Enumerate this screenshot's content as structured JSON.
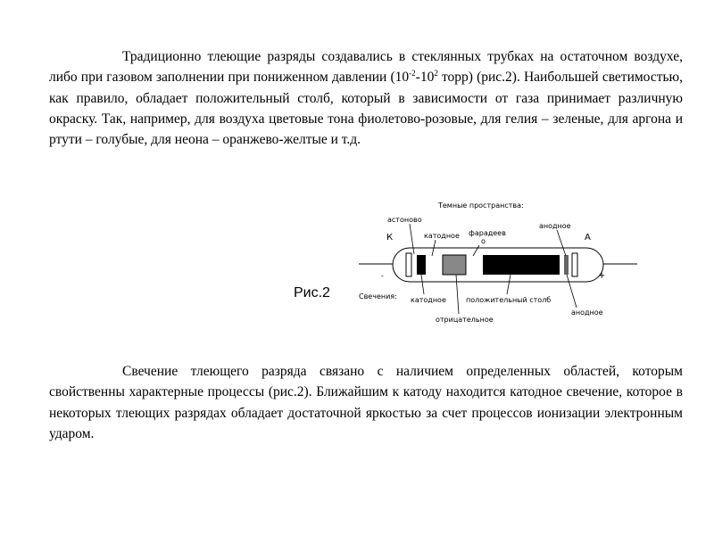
{
  "paragraph1": {
    "part1": "Традиционно тлеющие разряды создавались в стеклянных трубках на остаточном воздухе, либо при газовом заполнении при пониженном давлении (10",
    "exp1": "-2",
    "part2": "-10",
    "exp2": "2",
    "part3": " торр) (рис.2). Наибольшей светимостью, как правило, обладает положительный столб, который в зависимости от газа принимает различную окраску. Так, например, для воздуха цветовые тона фиолетово-розовые, для гелия – зеленые, для аргона и ртути – голубые, для неона – оранжево-желтые и т.д."
  },
  "figure": {
    "caption": "Рис.2",
    "dark_spaces_title": "Темные пространства:",
    "label_astonovo": "астоново",
    "label_cathode_dark": "катодное",
    "label_faraday": "фарадеев",
    "label_faraday_o": "о",
    "label_anode_dark": "анодное",
    "label_K": "К",
    "label_A": "А",
    "label_minus": "-",
    "label_plus": "+",
    "glows_title": "Свечения:",
    "label_cathode_glow": "катодное",
    "label_positive_column": "положительный столб",
    "label_negative_glow": "отрицательное",
    "label_anode_glow": "анодное"
  },
  "paragraph2": {
    "text": "Свечение тлеющего разряда связано с наличием определенных областей, которым свойственны характерные процессы (рис.2). Ближайшим к катоду находится катодное свечение, которое в некоторых тлеющих разрядах обладает достаточной яркостью за счет процессов ионизации электронным ударом."
  }
}
